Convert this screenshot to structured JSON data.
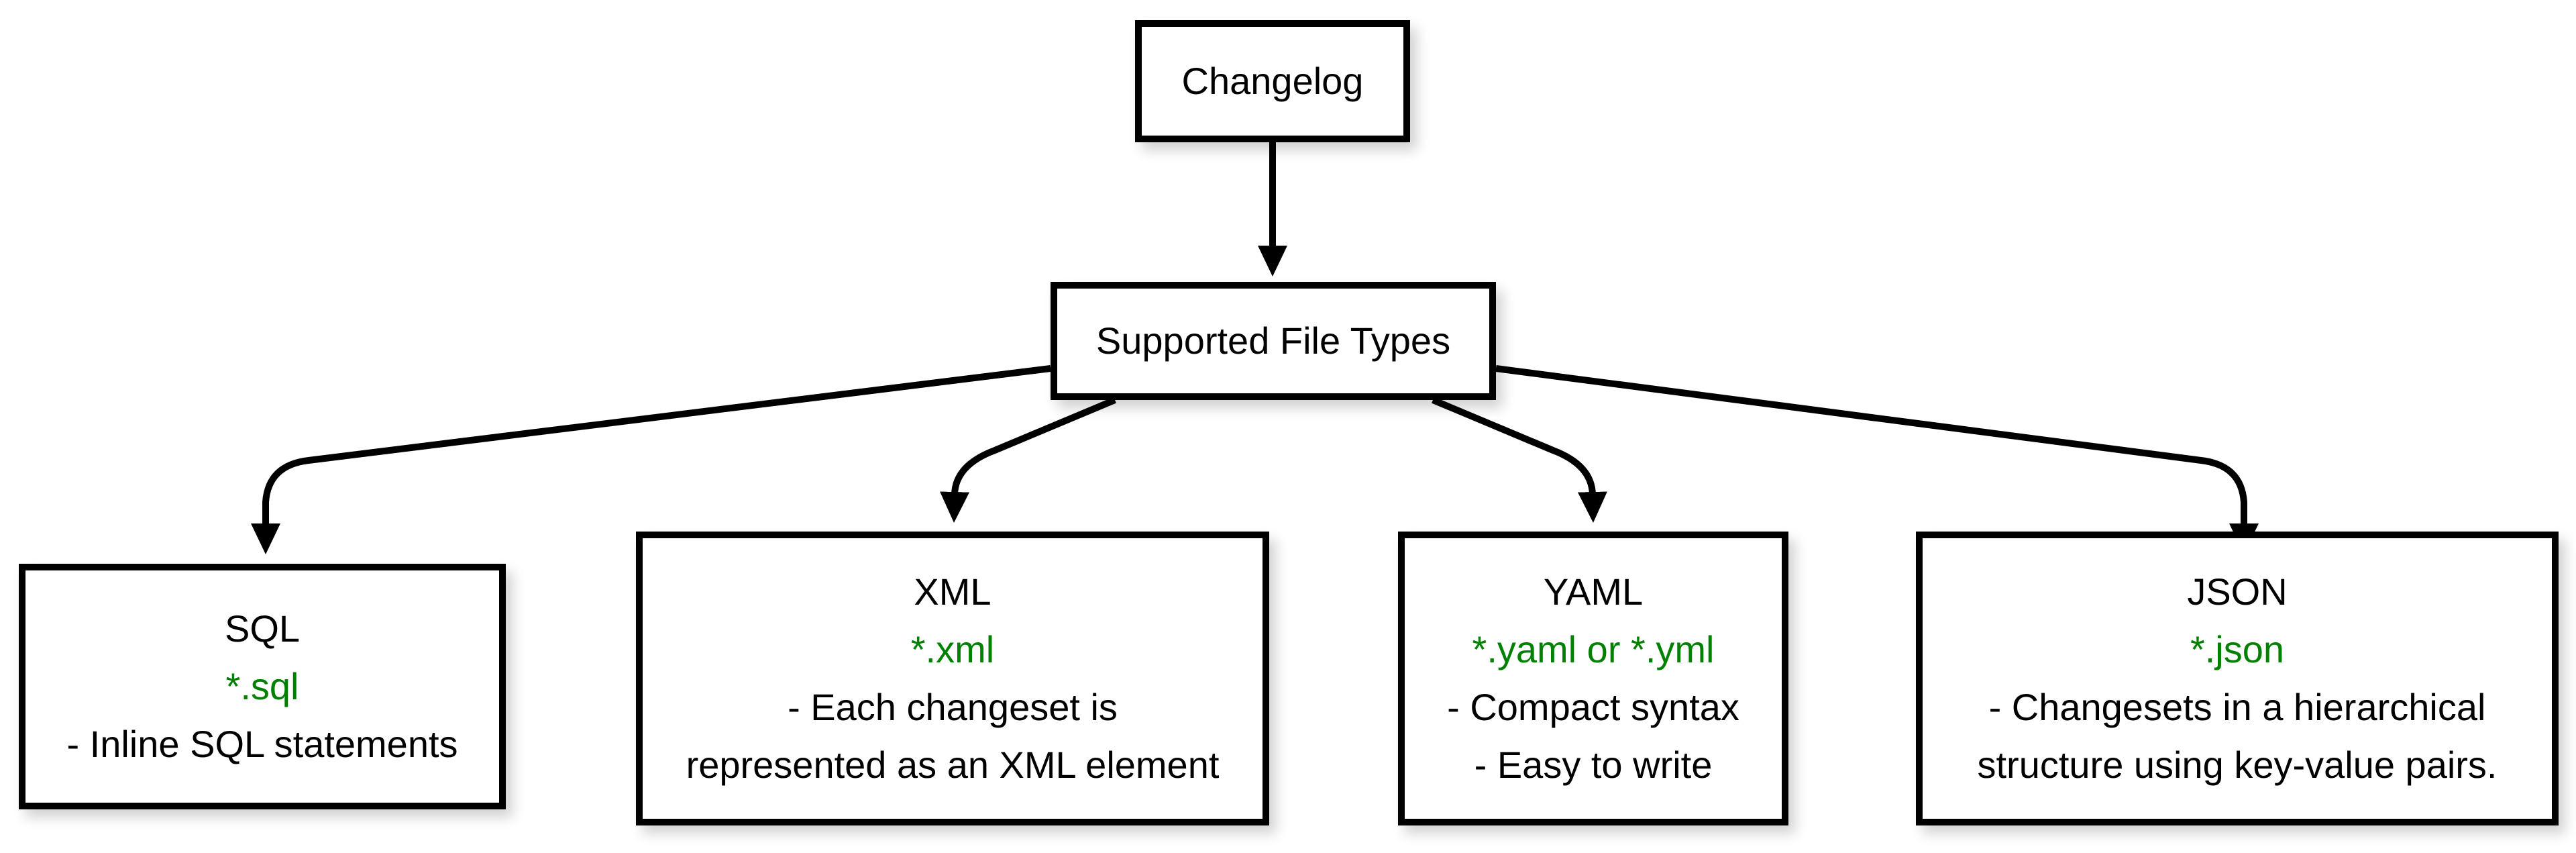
{
  "diagram": {
    "root": {
      "label": "Changelog"
    },
    "hub": {
      "label": "Supported File Types"
    },
    "types": [
      {
        "id": "sql",
        "title": "SQL",
        "ext": "*.sql",
        "details": [
          "- Inline SQL statements"
        ]
      },
      {
        "id": "xml",
        "title": "XML",
        "ext": "*.xml",
        "details": [
          "- Each changeset is",
          "represented as an XML element"
        ]
      },
      {
        "id": "yaml",
        "title": "YAML",
        "ext": "*.yaml or *.yml",
        "details": [
          "- Compact syntax",
          "- Easy to write"
        ]
      },
      {
        "id": "json",
        "title": "JSON",
        "ext": "*.json",
        "details": [
          "- Changesets in a hierarchical",
          "structure using key-value pairs."
        ]
      }
    ],
    "colors": {
      "ext_green": "#008000",
      "line": "#000000",
      "box_bg": "#ffffff",
      "border": "#000000"
    }
  }
}
